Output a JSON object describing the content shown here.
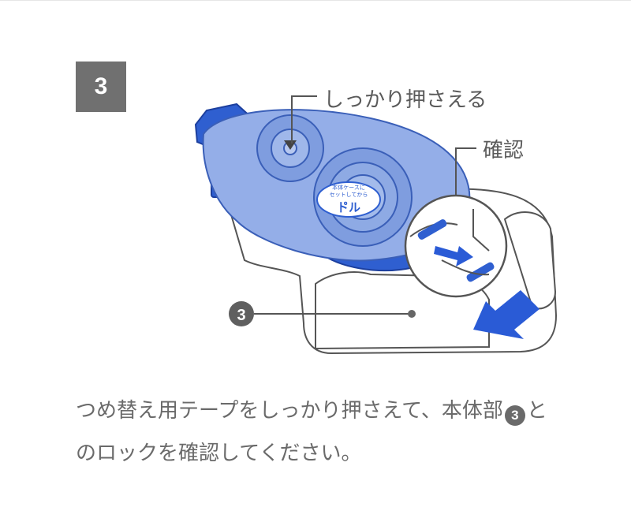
{
  "step": {
    "number": "3"
  },
  "callouts": {
    "press": "しっかり押さえる",
    "confirm": "確認",
    "part_marker": "3"
  },
  "cartridge_label": {
    "line1": "本体ケースに",
    "line2": "セットしてから",
    "line3": "ト゚ル"
  },
  "instruction": {
    "part1": "つめ替え用テープをしっかり押さえて、本体部",
    "marker": "3",
    "part2": "とのロックを確認してください。"
  },
  "colors": {
    "badge": "#707070",
    "cartridge_light": "#8fa9e6",
    "cartridge_dark": "#2f5fd0",
    "arrow": "#2a5bd6",
    "outline": "#555555"
  }
}
